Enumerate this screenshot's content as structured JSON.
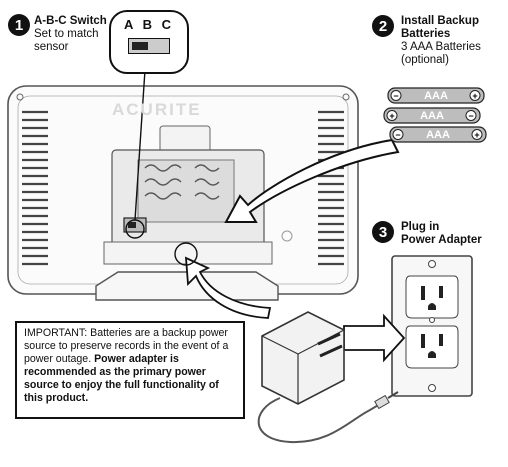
{
  "step1": {
    "number": "1",
    "title": "A-B-C Switch",
    "lines": [
      "Set to match",
      "sensor"
    ]
  },
  "abc_label": "A B C",
  "brand_logo": "ACURITE",
  "step2": {
    "number": "2",
    "title_lines": [
      "Install Backup",
      "Batteries"
    ],
    "lines": [
      "3 AAA Batteries",
      "(optional)"
    ]
  },
  "battery_label": "AAA",
  "step3": {
    "number": "3",
    "title_lines": [
      "Plug in",
      "Power Adapter"
    ]
  },
  "important": {
    "lead": "IMPORTANT:",
    "normal": " Batteries are a backup power source to preserve records in the event of a power outage. ",
    "bold": "Power adapter is recommended as the primary power source to enjoy the full functionality of this product."
  },
  "icons": [
    "battery-icon",
    "power-outlet-icon",
    "power-adapter-icon",
    "arrow-icon"
  ]
}
